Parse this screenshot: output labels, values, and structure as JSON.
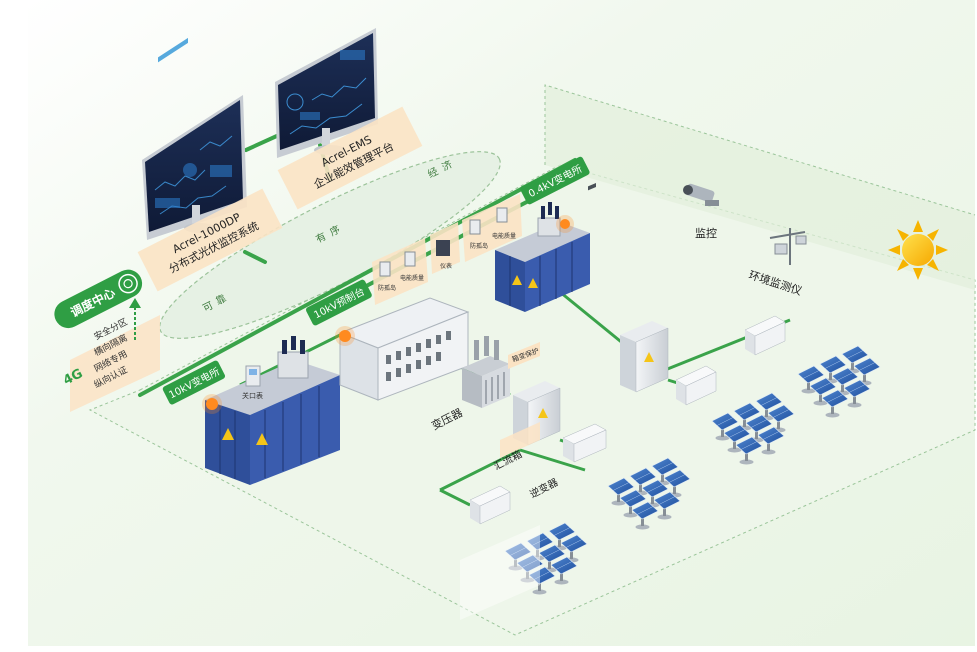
{
  "monitors": {
    "pv_system": "Acrel-1000DP\n分布式光伏监控系统",
    "ems_platform": "Acrel-EMS\n企业能效管理平台"
  },
  "ellipse_labels": [
    "可",
    "靠",
    "有",
    "序",
    "经",
    "济"
  ],
  "dispatch": {
    "title": "调度中心",
    "tag_4g": "4G",
    "features": [
      "安全分区",
      "横向隔离",
      "网络专用",
      "纵向认证"
    ]
  },
  "substations": {
    "s10kv": "10kV变电所",
    "switchgear": "10kV预制台",
    "s04kv": "0.4kV变电所"
  },
  "devices": {
    "meter_port": "关口表",
    "transformer": "变压器",
    "combiner": "汇流箱",
    "inverter": "逆变器",
    "tag_antiisland": "防孤岛",
    "tag_powerquality": "电能质量",
    "tag_meter": "仪表",
    "tag_protection": "箱变保护"
  },
  "monitoring": {
    "camera": "监控",
    "env_monitor": "环境监测仪"
  },
  "colors": {
    "green": "#2f9e44",
    "dark_green": "#2b8a3e",
    "bg_green": "#edf7e9",
    "cabinet_blue": "#2f4f9a",
    "orange_tag": "#f9dcb3"
  }
}
